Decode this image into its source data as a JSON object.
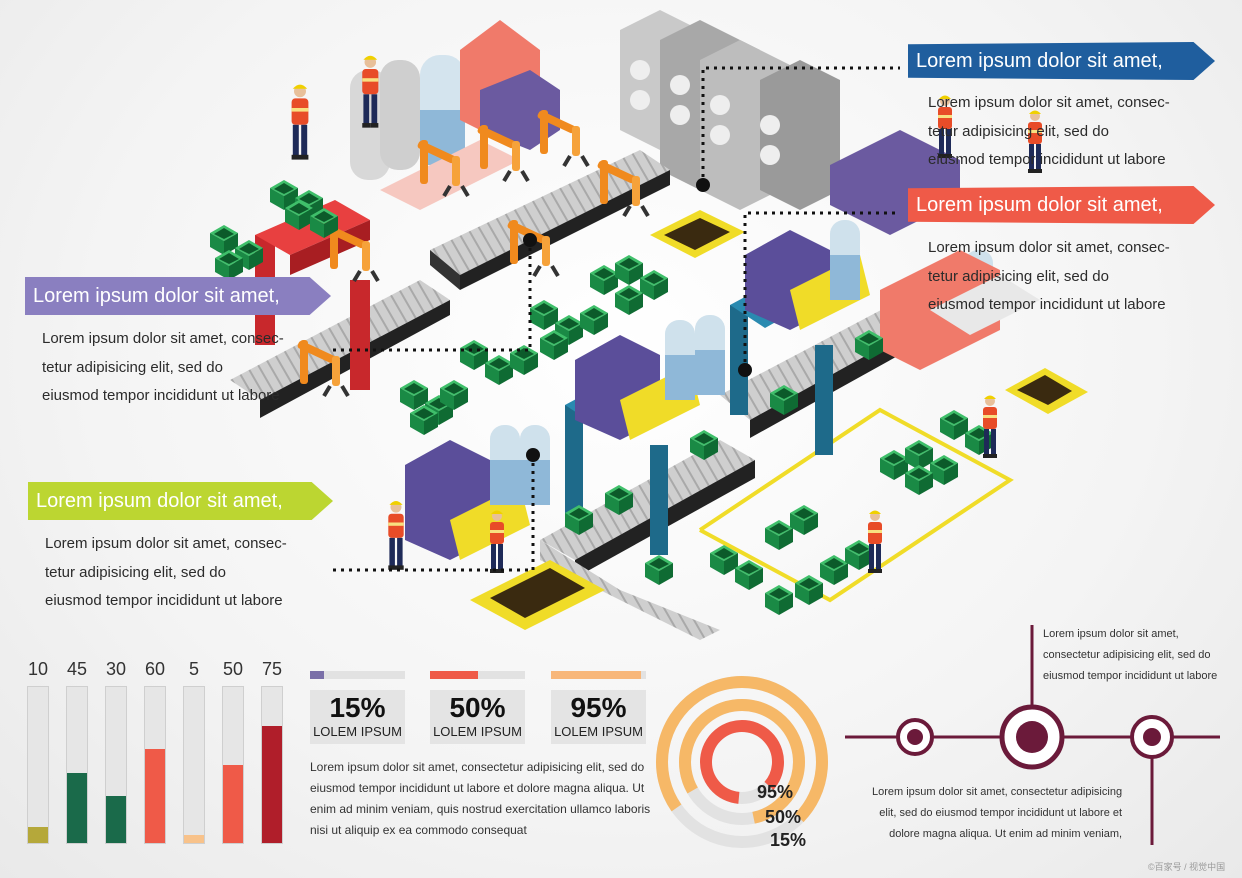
{
  "callouts": {
    "top_right": {
      "title": "Lorem ipsum dolor sit amet,",
      "lines": [
        "Lorem ipsum dolor sit amet, consec-",
        "tetur adipisicing elit, sed do",
        "eiusmod tempor incididunt ut labore"
      ],
      "color": "#1f5e9e"
    },
    "mid_right": {
      "title": "Lorem ipsum dolor sit amet,",
      "lines": [
        "Lorem ipsum dolor sit amet, consec-",
        "tetur adipisicing elit, sed do",
        "eiusmod tempor incididunt ut labore"
      ],
      "color": "#ef5a48"
    },
    "mid_left": {
      "title": "Lorem ipsum dolor sit amet,",
      "lines": [
        "Lorem ipsum dolor sit amet, consec-",
        "tetur adipisicing elit, sed do",
        "eiusmod tempor incididunt ut labore"
      ],
      "color": "#8a7fc0"
    },
    "low_left": {
      "title": "Lorem ipsum dolor sit amet,",
      "lines": [
        "Lorem ipsum dolor sit amet, consec-",
        "tetur adipisicing elit, sed do",
        "eiusmod tempor incididunt ut labore"
      ],
      "color": "#bcd631"
    }
  },
  "bar_chart": {
    "values": [
      10,
      45,
      30,
      60,
      5,
      50,
      75
    ],
    "value_labels": [
      "10",
      "45",
      "30",
      "60",
      "5",
      "50",
      "75"
    ],
    "max": 100,
    "colors": [
      "#b5a83a",
      "#1a6a4a",
      "#1a6a4a",
      "#ef5a48",
      "#f8c28a",
      "#ef5a48",
      "#b01e2a"
    ]
  },
  "stats": [
    {
      "number": "15%",
      "label": "LOLEM IPSUM",
      "fraction": 0.15,
      "color": "#7a6fa8"
    },
    {
      "number": "50%",
      "label": "LOLEM IPSUM",
      "fraction": 0.5,
      "color": "#ef5a48"
    },
    {
      "number": "95%",
      "label": "LOLEM IPSUM",
      "fraction": 0.95,
      "color": "#f8b77a"
    }
  ],
  "stats_text": [
    "Lorem ipsum dolor sit amet, consectetur adipisicing elit, sed do",
    "eiusmod tempor incididunt ut labore et dolore magna aliqua. Ut",
    "enim ad minim veniam, quis nostrud exercitation ullamco laboris",
    "nisi ut aliquip ex ea commodo consequat"
  ],
  "rings": {
    "labels": [
      "95%",
      "50%",
      "15%"
    ],
    "values": [
      0.95,
      0.5,
      0.15
    ],
    "colors": [
      "#f6b867",
      "#f6b867",
      "#ef5a48"
    ]
  },
  "timeline": {
    "top_text": [
      "Lorem ipsum dolor sit amet,",
      "consectetur adipisicing elit, sed do",
      "eiusmod tempor incididunt ut labore"
    ],
    "bottom_text": [
      "Lorem ipsum dolor sit amet, consectetur adipisicing",
      "elit, sed do eiusmod tempor incididunt ut labore et",
      "dolore magna aliqua. Ut enim ad minim veniam,"
    ],
    "color": "#6b1a3a"
  },
  "watermark": "©百家号 / 视觉中国"
}
